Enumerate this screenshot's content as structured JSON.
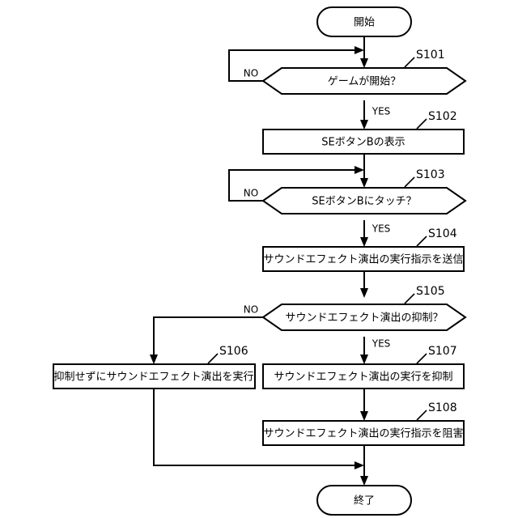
{
  "diagram": {
    "type": "flowchart",
    "title": "",
    "nodes": {
      "start": {
        "id": "start",
        "shape": "terminator",
        "label": "開始"
      },
      "s101": {
        "id": "S101",
        "shape": "decision-hexagon",
        "label": "ゲームが開始？",
        "ref": "S101"
      },
      "s102": {
        "id": "S102",
        "shape": "process",
        "label": "SEボタンBの表示",
        "ref": "S102"
      },
      "s103": {
        "id": "S103",
        "shape": "decision-hexagon",
        "label": "SEボタンBにタッチ？",
        "ref": "S103"
      },
      "s104": {
        "id": "S104",
        "shape": "process",
        "label": "サウンドエフェクト演出の実行指示を送信",
        "ref": "S104"
      },
      "s105": {
        "id": "S105",
        "shape": "decision-hexagon",
        "label": "サウンドエフェクト演出の抑制？",
        "ref": "S105"
      },
      "s106": {
        "id": "S106",
        "shape": "process",
        "label": "抑制せずにサウンドエフェクト演出を実行",
        "ref": "S106"
      },
      "s107": {
        "id": "S107",
        "shape": "process",
        "label": "サウンドエフェクト演出の実行を抑制",
        "ref": "S107"
      },
      "s108": {
        "id": "S108",
        "shape": "process",
        "label": "サウンドエフェクト演出の実行指示を阻害",
        "ref": "S108"
      },
      "end": {
        "id": "end",
        "shape": "terminator",
        "label": "終了"
      }
    },
    "branch_labels": {
      "s101_no": "NO",
      "s101_yes": "YES",
      "s103_no": "NO",
      "s103_yes": "YES",
      "s105_no": "NO",
      "s105_yes": "YES"
    },
    "edges": [
      {
        "from": "start",
        "to": "s101",
        "label": ""
      },
      {
        "from": "s101",
        "to": "s101",
        "label": "NO"
      },
      {
        "from": "s101",
        "to": "s102",
        "label": "YES"
      },
      {
        "from": "s102",
        "to": "s103",
        "label": ""
      },
      {
        "from": "s103",
        "to": "s103",
        "label": "NO"
      },
      {
        "from": "s103",
        "to": "s104",
        "label": "YES"
      },
      {
        "from": "s104",
        "to": "s105",
        "label": ""
      },
      {
        "from": "s105",
        "to": "s106",
        "label": "NO"
      },
      {
        "from": "s105",
        "to": "s107",
        "label": "YES"
      },
      {
        "from": "s107",
        "to": "s108",
        "label": ""
      },
      {
        "from": "s108",
        "to": "end",
        "label": ""
      },
      {
        "from": "s106",
        "to": "end",
        "label": ""
      }
    ],
    "colors": {
      "stroke": "#000000",
      "fill": "#ffffff",
      "background": "#ffffff"
    }
  }
}
